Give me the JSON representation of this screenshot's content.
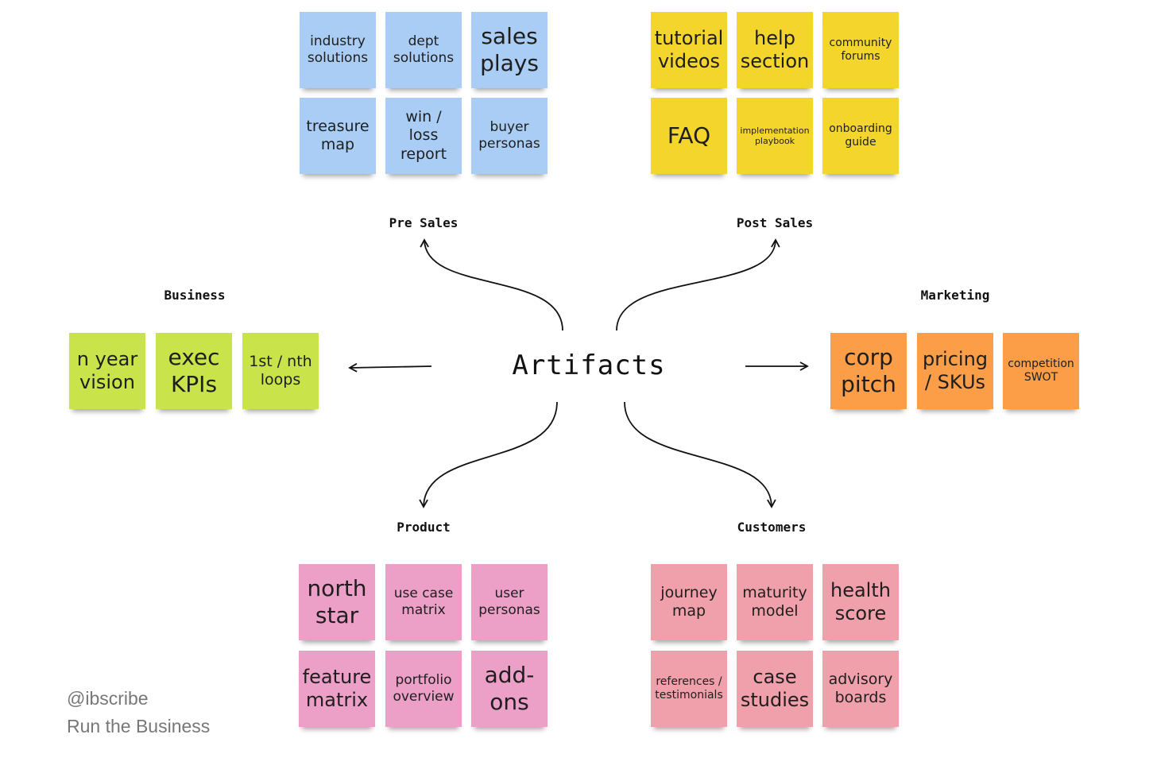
{
  "center": {
    "title": "Artifacts"
  },
  "groups": {
    "pre_sales": {
      "label": "Pre Sales",
      "notes": [
        "industry\nsolutions",
        "dept\nsolutions",
        "sales\nplays",
        "treasure\nmap",
        "win /\nloss\nreport",
        "buyer\npersonas"
      ]
    },
    "post_sales": {
      "label": "Post Sales",
      "notes": [
        "tutorial\nvideos",
        "help\nsection",
        "community\nforums",
        "FAQ",
        "implementation\nplaybook",
        "onboarding\nguide"
      ]
    },
    "business": {
      "label": "Business",
      "notes": [
        "n year\nvision",
        "exec\nKPIs",
        "1st / nth\nloops"
      ]
    },
    "marketing": {
      "label": "Marketing",
      "notes": [
        "corp\npitch",
        "pricing\n/ SKUs",
        "competition\nSWOT"
      ]
    },
    "product": {
      "label": "Product",
      "notes": [
        "north\nstar",
        "use case\nmatrix",
        "user\npersonas",
        "feature\nmatrix",
        "portfolio\noverview",
        "add-\nons"
      ]
    },
    "customers": {
      "label": "Customers",
      "notes": [
        "journey\nmap",
        "maturity\nmodel",
        "health\nscore",
        "references /\ntestimonials",
        "case\nstudies",
        "advisory\nboards"
      ]
    }
  },
  "credit": {
    "handle": "@ibscribe",
    "subtitle": "Run the Business"
  },
  "colors": {
    "pre_sales": "#a9cdf5",
    "post_sales": "#f3d52c",
    "business": "#c9e44a",
    "marketing": "#fb9e47",
    "product": "#ec9fc7",
    "customers": "#f0a0aa"
  }
}
